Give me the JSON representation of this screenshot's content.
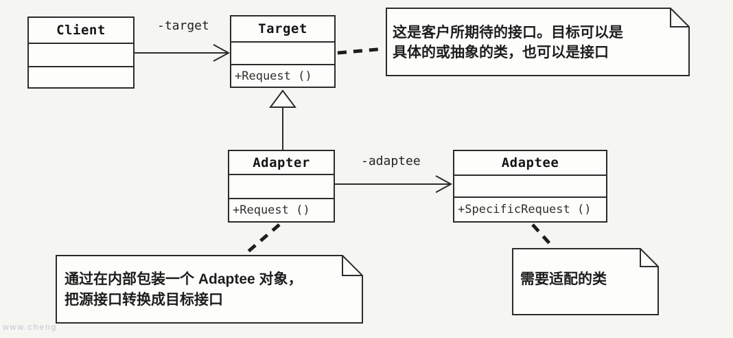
{
  "classes": {
    "client": {
      "name": "Client",
      "attributes": "",
      "operations": ""
    },
    "target": {
      "name": "Target",
      "attributes": "",
      "operations": "+Request ()"
    },
    "adapter": {
      "name": "Adapter",
      "attributes": "",
      "operations": "+Request ()"
    },
    "adaptee": {
      "name": "Adaptee",
      "attributes": "",
      "operations": "+SpecificRequest ()"
    }
  },
  "associations": {
    "client_to_target_label": "-target",
    "adapter_to_adaptee_label": "-adaptee"
  },
  "notes": {
    "target_note": {
      "line1": "这是客户所期待的接口。目标可以是",
      "line2": "具体的或抽象的类，也可以是接口"
    },
    "adapter_note": {
      "line1": "通过在内部包装一个 Adaptee 对象，",
      "line2": "把源接口转换成目标接口"
    },
    "adaptee_note": {
      "line1": "需要适配的类"
    }
  },
  "watermark": "www.cheng",
  "colors": {
    "line": "#2b2b2b",
    "background": "#f5f5f2",
    "box_fill": "#fdfdfb"
  }
}
